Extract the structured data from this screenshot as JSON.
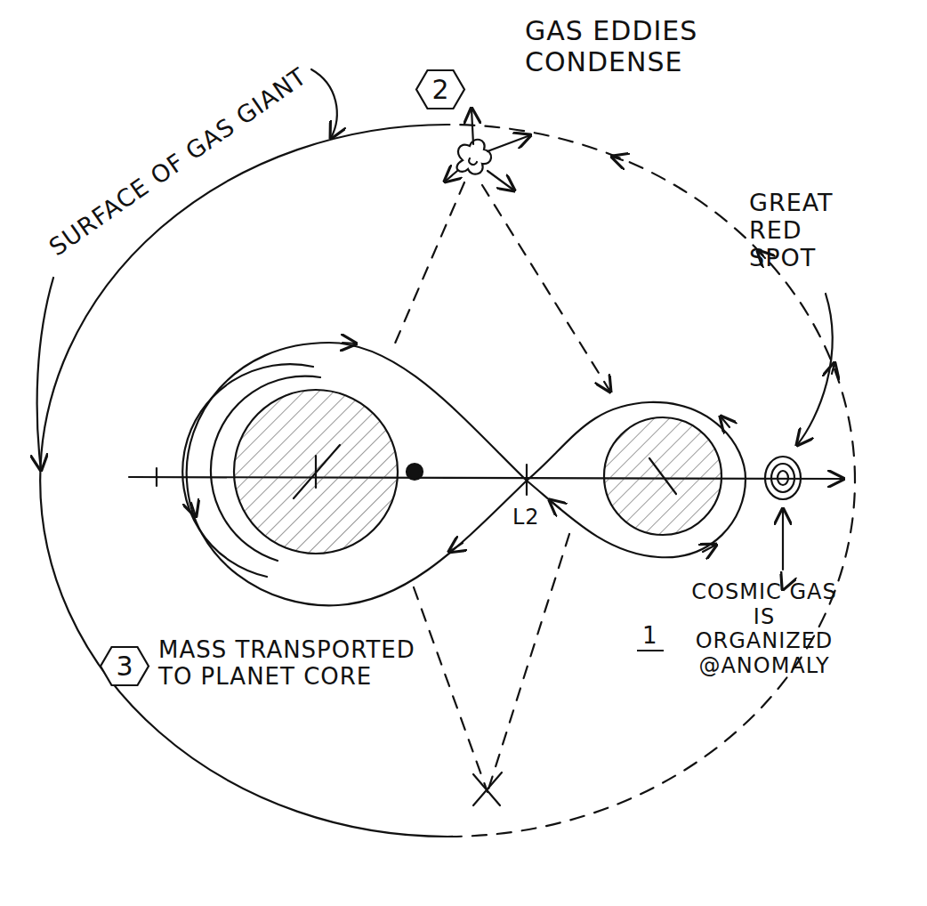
{
  "diagram": {
    "nodes": [
      {
        "text": [
          "2"
        ]
      },
      {
        "text": [
          "3"
        ]
      }
    ],
    "labels": [
      "SURFACE OF GAS GIANT",
      "GAS EDDIES CONDENSE",
      "GREAT RED SPOT",
      "L2",
      "1",
      "COSMIC GAS IS ORGANIZED @ANOMALY",
      "MASS TRANSPORTED TO PLANET CORE"
    ]
  }
}
